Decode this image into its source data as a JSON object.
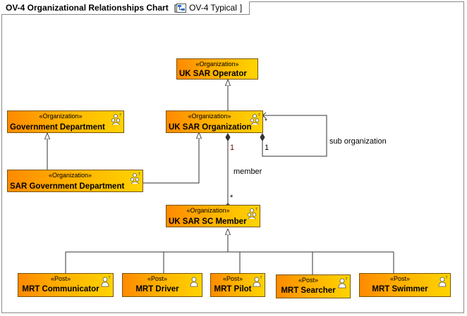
{
  "frame": {
    "title": "OV-4 Organizational Relationships Chart",
    "diagram_ref": "OV-4 Typical",
    "bracket_open": "[",
    "bracket_close": "]"
  },
  "nodes": {
    "uk_sar_operator": {
      "stereotype": "«Organization»",
      "name": "UK SAR Operator"
    },
    "government_department": {
      "stereotype": "«Organization»",
      "name": "Government Department"
    },
    "uk_sar_organization": {
      "stereotype": "«Organization»",
      "name": "UK SAR Organization"
    },
    "sar_government_department": {
      "stereotype": "«Organization»",
      "name": "SAR Government Department"
    },
    "uk_sar_sc_member": {
      "stereotype": "«Organization»",
      "name": "UK SAR SC Member"
    },
    "mrt_communicator": {
      "stereotype": "«Post»",
      "name": "MRT Communicator"
    },
    "mrt_driver": {
      "stereotype": "«Post»",
      "name": "MRT Driver"
    },
    "mrt_pilot": {
      "stereotype": "«Post»",
      "name": "MRT Pilot"
    },
    "mrt_searcher": {
      "stereotype": "«Post»",
      "name": "MRT Searcher"
    },
    "mrt_swimmer": {
      "stereotype": "«Post»",
      "name": "MRT Swimmer"
    }
  },
  "edges": {
    "self_assoc_label": "sub organization",
    "self_assoc_mult_target": "*",
    "self_assoc_mult_source": "1",
    "member_label": "member",
    "member_mult_source": "1",
    "member_mult_target": "*"
  },
  "icons": {
    "organization": "organization-icon",
    "post": "post-icon",
    "diagram": "diagram-icon"
  },
  "colors": {
    "block_start": "#ff8a00",
    "block_end": "#ffd400",
    "block_border": "#7a5400",
    "line": "#333333"
  }
}
